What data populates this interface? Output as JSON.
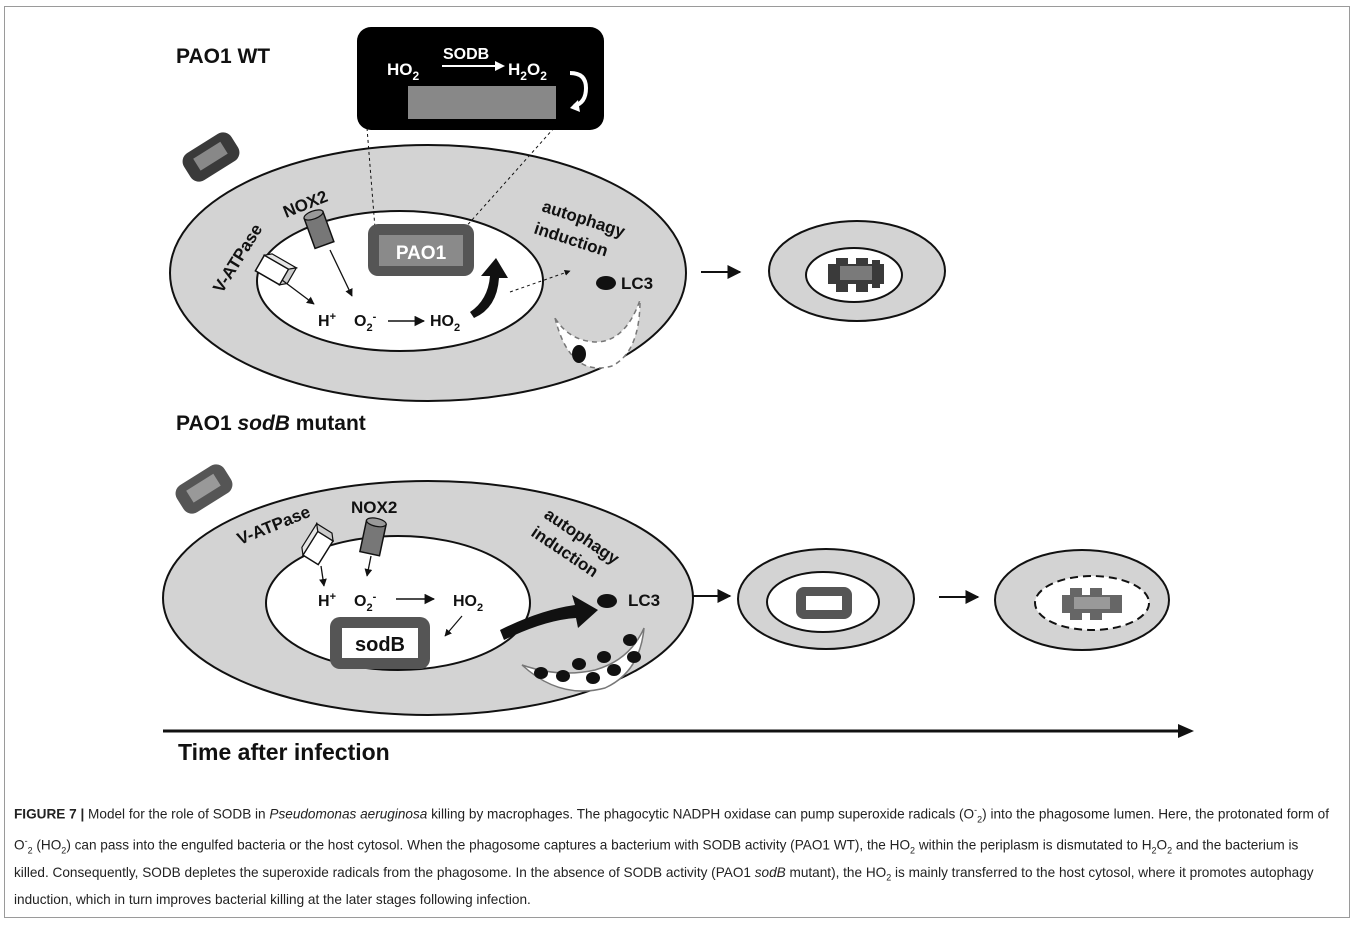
{
  "top_panel": {
    "title": "PAO1 WT",
    "inset": {
      "left": "HO",
      "left_sub": "2",
      "enzyme": "SODB",
      "right_a": "H",
      "right_b": "2",
      "right_c": "O",
      "right_d": "2"
    },
    "vatpase": "V-ATPase",
    "nox2": "NOX2",
    "bacterium": "PAO1",
    "autophagy_line1": "autophagy",
    "autophagy_line2": "induction",
    "lc3": "LC3",
    "proton": "H",
    "proton_sup": "+",
    "superoxide": "O",
    "superoxide_sub": "2",
    "superoxide_sup": "-",
    "ho2": "HO",
    "ho2_sub": "2"
  },
  "bottom_panel": {
    "title_a": "PAO1 ",
    "title_b": "sodB",
    "title_c": " mutant",
    "vatpase": "V-ATPase",
    "nox2": "NOX2",
    "bacterium": "sodB",
    "autophagy_line1": "autophagy",
    "autophagy_line2": "induction",
    "lc3": "LC3",
    "proton": "H",
    "proton_sup": "+",
    "superoxide": "O",
    "superoxide_sub": "2",
    "superoxide_sup": "-",
    "ho2": "HO",
    "ho2_sub": "2"
  },
  "time_axis": {
    "label": "Time after infection"
  },
  "caption": {
    "fig_label": "FIGURE 7 |",
    "s1": " Model for the role of SODB in ",
    "species": "Pseudomonas aeruginosa",
    "s2": " killing by macrophages. The phagocytic NADPH oxidase can pump superoxide radicals (O",
    "s2_sup": "-",
    "s2_sub": "2",
    "s3": ") into the phagosome lumen. Here, the protonated form of O",
    "s3_sup": "-",
    "s3_sub": "2",
    "s4": " (HO",
    "s4_sub": "2",
    "s5": ") can pass into the engulfed bacteria or the host cytosol. When the phagosome captures a bacterium with SODB activity (PAO1 WT), the HO",
    "s5_sub": "2",
    "s6": " within the periplasm is dismutated to H",
    "s6_sub": "2",
    "s6b": "O",
    "s6b_sub": "2",
    "s7": " and the bacterium is killed. Consequently, SODB depletes the superoxide radicals from the phagosome. In the absence of SODB activity (PAO1 ",
    "s7_it": "sodB",
    "s8": " mutant), the HO",
    "s8_sub": "2",
    "s9": " is mainly transferred to the host cytosol, where it promotes autophagy induction, which in turn improves bacterial killing at the later stages following infection."
  },
  "colors": {
    "cell": "#d3d3d3",
    "bacterium_outer": "#555555",
    "bacterium_inner": "#8a8a8a",
    "inset_bg": "#000000"
  }
}
